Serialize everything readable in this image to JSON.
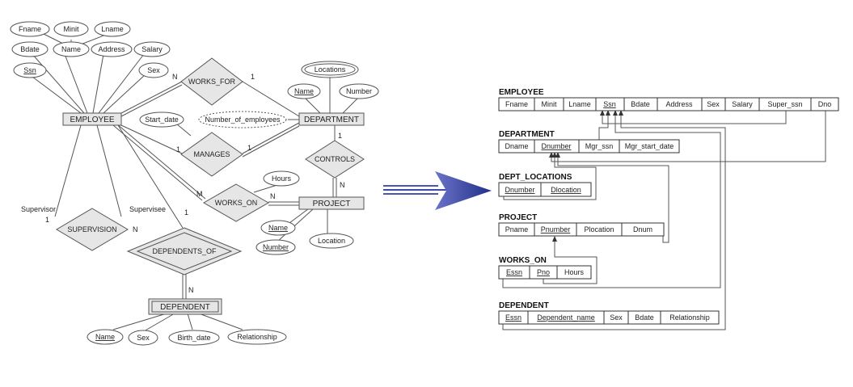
{
  "er": {
    "entities": {
      "employee": "EMPLOYEE",
      "department": "DEPARTMENT",
      "project": "PROJECT",
      "dependent": "DEPENDENT"
    },
    "relationships": {
      "works_for": "WORKS_FOR",
      "manages": "MANAGES",
      "works_on": "WORKS_ON",
      "controls": "CONTROLS",
      "supervision": "SUPERVISION",
      "dependents_of": "DEPENDENTS_OF"
    },
    "attributes": {
      "fname": "Fname",
      "minit": "Minit",
      "lname": "Lname",
      "bdate": "Bdate",
      "name": "Name",
      "address": "Address",
      "salary": "Salary",
      "ssn": "Ssn",
      "sex": "Sex",
      "locations": "Locations",
      "dept_name": "Name",
      "dept_number": "Number",
      "start_date": "Start_date",
      "number_of_employees": "Number_of_employees",
      "hours": "Hours",
      "proj_name": "Name",
      "proj_number": "Number",
      "proj_location": "Location",
      "dep_name": "Name",
      "dep_sex": "Sex",
      "birth_date": "Birth_date",
      "relationship": "Relationship"
    },
    "cardinalities": {
      "works_for_emp": "N",
      "works_for_dept": "1",
      "manages_emp": "1",
      "manages_dept": "1",
      "works_on_emp": "M",
      "works_on_proj": "N",
      "controls_dept": "1",
      "controls_proj": "N",
      "supervision_supervisor": "1",
      "supervision_supervisee": "N",
      "dependents_emp": "1",
      "dependents_dep": "N"
    },
    "roles": {
      "supervisor": "Supervisor",
      "supervisee": "Supervisee"
    }
  },
  "schema": {
    "employee": {
      "title": "EMPLOYEE",
      "columns": [
        "Fname",
        "Minit",
        "Lname",
        "Ssn",
        "Bdate",
        "Address",
        "Sex",
        "Salary",
        "Super_ssn",
        "Dno"
      ]
    },
    "department": {
      "title": "DEPARTMENT",
      "columns": [
        "Dname",
        "Dnumber",
        "Mgr_ssn",
        "Mgr_start_date"
      ]
    },
    "dept_locations": {
      "title": "DEPT_LOCATIONS",
      "columns": [
        "Dnumber",
        "Dlocation"
      ]
    },
    "project": {
      "title": "PROJECT",
      "columns": [
        "Pname",
        "Pnumber",
        "Plocation",
        "Dnum"
      ]
    },
    "works_on": {
      "title": "WORKS_ON",
      "columns": [
        "Essn",
        "Pno",
        "Hours"
      ]
    },
    "dependent": {
      "title": "DEPENDENT",
      "columns": [
        "Essn",
        "Dependent_name",
        "Sex",
        "Bdate",
        "Relationship"
      ]
    }
  },
  "colors": {
    "arrow": "#2a3590",
    "entity_fill": "#e6e6e6",
    "stroke": "#555555"
  }
}
